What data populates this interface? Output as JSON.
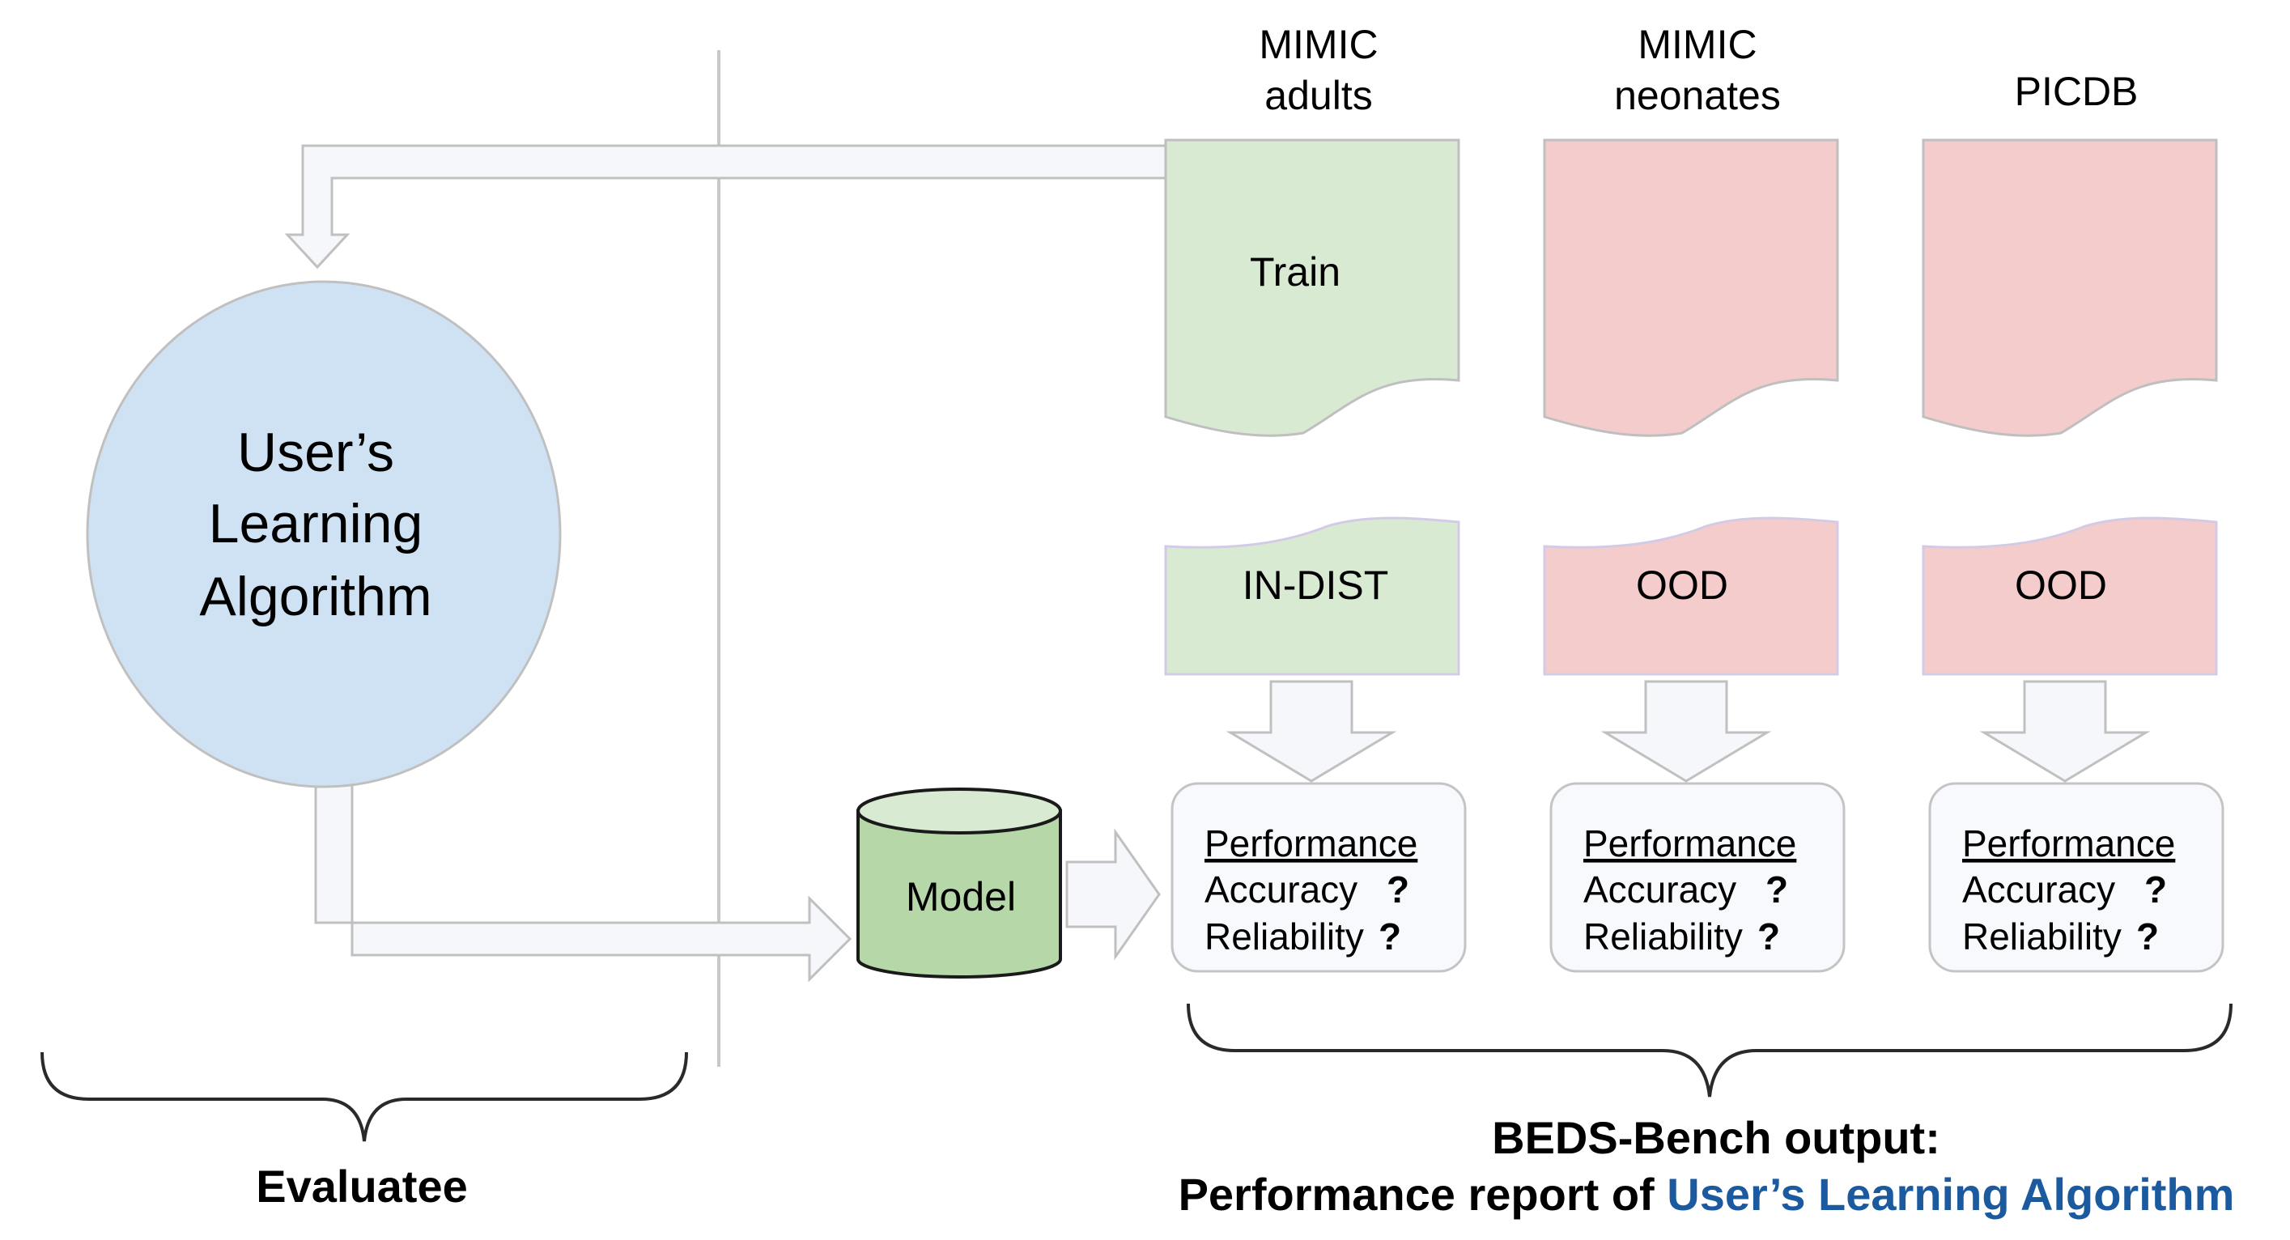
{
  "datasets": [
    {
      "name_line1": "MIMIC",
      "name_line2": "adults",
      "train_label": "Train",
      "test_label": "IN-DIST",
      "report": {
        "title": "Performance",
        "accuracy": "Accuracy",
        "reliability": "Reliability",
        "mark": "?"
      }
    },
    {
      "name_line1": "MIMIC",
      "name_line2": "neonates",
      "train_label": "",
      "test_label": "OOD",
      "report": {
        "title": "Performance",
        "accuracy": "Accuracy",
        "reliability": "Reliability",
        "mark": "?"
      }
    },
    {
      "name_line1": "PICDB",
      "name_line2": "",
      "train_label": "",
      "test_label": "OOD",
      "report": {
        "title": "Performance",
        "accuracy": "Accuracy",
        "reliability": "Reliability",
        "mark": "?"
      }
    }
  ],
  "algorithm": {
    "line1": "User’s",
    "line2": "Learning",
    "line3": "Algorithm"
  },
  "model_label": "Model",
  "evaluatee_label": "Evaluatee",
  "output": {
    "line1": "BEDS-Bench output:",
    "line2_prefix": "Performance report of ",
    "line2_highlight": "User’s Learning Algorithm"
  },
  "colors": {
    "green_fill": "#d9ead3",
    "red_fill": "#f4cccc",
    "blue_fill": "#cfe2f3",
    "model_fill": "#b6d7a8",
    "model_top": "#d9ead3",
    "highlight_text": "#1c5aa0",
    "stroke": "#bfbfbf"
  }
}
